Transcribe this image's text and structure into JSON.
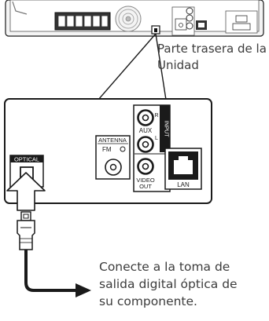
{
  "captions": {
    "rear_panel": [
      "Parte trasera de la",
      "Unidad"
    ],
    "connect": [
      "Conecte a la toma de",
      "salida digital óptica de",
      "su componente."
    ]
  },
  "panel_labels": {
    "optical": "OPTICAL",
    "antenna": "ANTENNA",
    "fm": "FM",
    "aux": "AUX",
    "aux_r": "R",
    "aux_l": "L",
    "input": "INPUT",
    "video_out": [
      "VIDEO",
      "OUT"
    ],
    "lan": "LAN"
  },
  "colors": {
    "line": "#1a1a1a",
    "panel_fill": "#ffffff",
    "caption": "#3c3c3c"
  }
}
